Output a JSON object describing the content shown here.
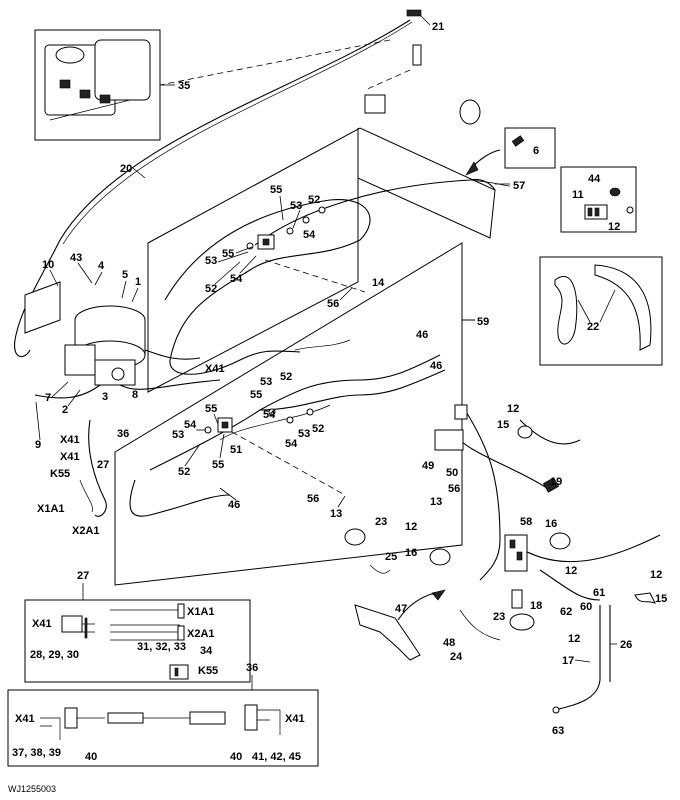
{
  "figure_id": "WJ1255003",
  "callouts": {
    "c21": "21",
    "c35": "35",
    "c6": "6",
    "c57": "57",
    "c20": "20",
    "c44": "44",
    "c11": "11",
    "c12a": "12",
    "c55a": "55",
    "c53a": "53",
    "c52a": "52",
    "c54a": "54",
    "c55b": "55",
    "c53b": "53",
    "c54b": "54",
    "c52b": "52",
    "c14": "14",
    "c56a": "56",
    "c43": "43",
    "c10": "10",
    "c4": "4",
    "c5": "5",
    "c1": "1",
    "c22": "22",
    "c59": "59",
    "c46a": "46",
    "c46b": "46",
    "cX41a": "X41",
    "c53c": "53",
    "c52c": "52",
    "c55c": "55",
    "c55d": "55",
    "c54c": "54",
    "c53d": "53",
    "c52d": "52",
    "c54d": "54",
    "c53e": "53",
    "c54e": "54",
    "c52e": "52",
    "c55e": "55",
    "c51": "51",
    "c46c": "46",
    "c7": "7",
    "c2": "2",
    "c3": "3",
    "c8": "8",
    "c9": "9",
    "c36a": "36",
    "cX41b": "X41",
    "cX41c": "X41",
    "cK55a": "K55",
    "c27a": "27",
    "cX1A1a": "X1A1",
    "cX2A1a": "X2A1",
    "c12b": "12",
    "c15a": "15",
    "c49": "49",
    "c50": "50",
    "c19": "19",
    "c13a": "13",
    "c56b": "56",
    "c56c": "56",
    "c13b": "13",
    "c23a": "23",
    "c12c": "12",
    "c16a": "16",
    "c25": "25",
    "c58": "58",
    "c16b": "16",
    "c12d": "12",
    "c12e": "12",
    "c15b": "15",
    "c47": "47",
    "c18": "18",
    "c62": "62",
    "c60": "60",
    "c61": "61",
    "c23b": "23",
    "c48": "48",
    "c24": "24",
    "c26": "26",
    "c12f": "12",
    "c17": "17",
    "c63": "63"
  },
  "detail_27": {
    "number": "27",
    "x41": "X41",
    "x1a1": "X1A1",
    "x2a1": "X2A1",
    "parts_left": "28, 29, 30",
    "parts_mid": "31, 32, 33",
    "p34": "34",
    "k55": "K55"
  },
  "detail_36": {
    "number": "36",
    "x41_left": "X41",
    "x41_right": "X41",
    "parts_left": "37, 38, 39",
    "p40_left": "40",
    "p40_right": "40",
    "parts_right": "41, 42, 45"
  }
}
